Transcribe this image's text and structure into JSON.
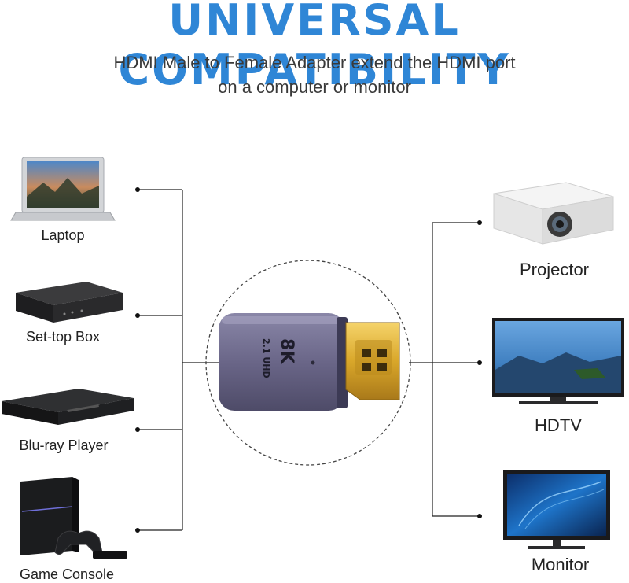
{
  "header": {
    "title": "UNIVERSAL COMPATIBILITY",
    "subtitle_line1": "HDMI Male to Female Adapter extend the HDMI port",
    "subtitle_line2": "on a computer or monitor"
  },
  "adapter": {
    "text_main": "8K",
    "text_sub": "2.1 UHD"
  },
  "left_devices": [
    {
      "label": "Laptop",
      "icon": "laptop-icon"
    },
    {
      "label": "Set-top Box",
      "icon": "set-top-box-icon"
    },
    {
      "label": "Blu-ray Player",
      "icon": "blu-ray-player-icon"
    },
    {
      "label": "Game Console",
      "icon": "game-console-icon"
    }
  ],
  "right_devices": [
    {
      "label": "Projector",
      "icon": "projector-icon"
    },
    {
      "label": "HDTV",
      "icon": "hdtv-icon"
    },
    {
      "label": "Monitor",
      "icon": "monitor-icon"
    }
  ],
  "colors": {
    "title": "#2f86d6",
    "adapter_body": "#6e6a8e",
    "connector_gold": "#d9a72a",
    "lines": "#222222"
  }
}
